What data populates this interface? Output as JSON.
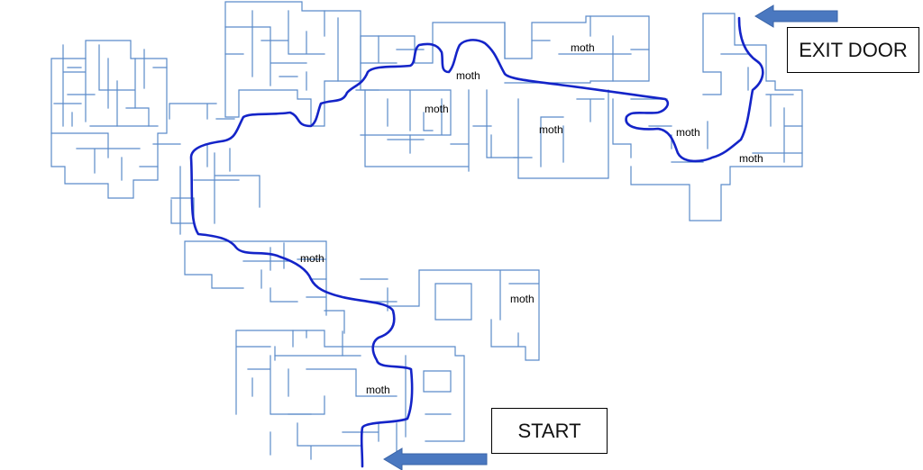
{
  "labels": {
    "exit": "EXIT DOOR",
    "start": "START"
  },
  "moths": [
    "moth",
    "moth",
    "moth",
    "moth",
    "moth",
    "moth",
    "moth",
    "moth",
    "moth"
  ],
  "colors": {
    "wall": "#5b8bc9",
    "route": "#1424c8",
    "arrow": "#4a78c0"
  },
  "icons": {
    "start_arrow": "left-arrow-icon",
    "exit_arrow": "left-arrow-icon"
  }
}
